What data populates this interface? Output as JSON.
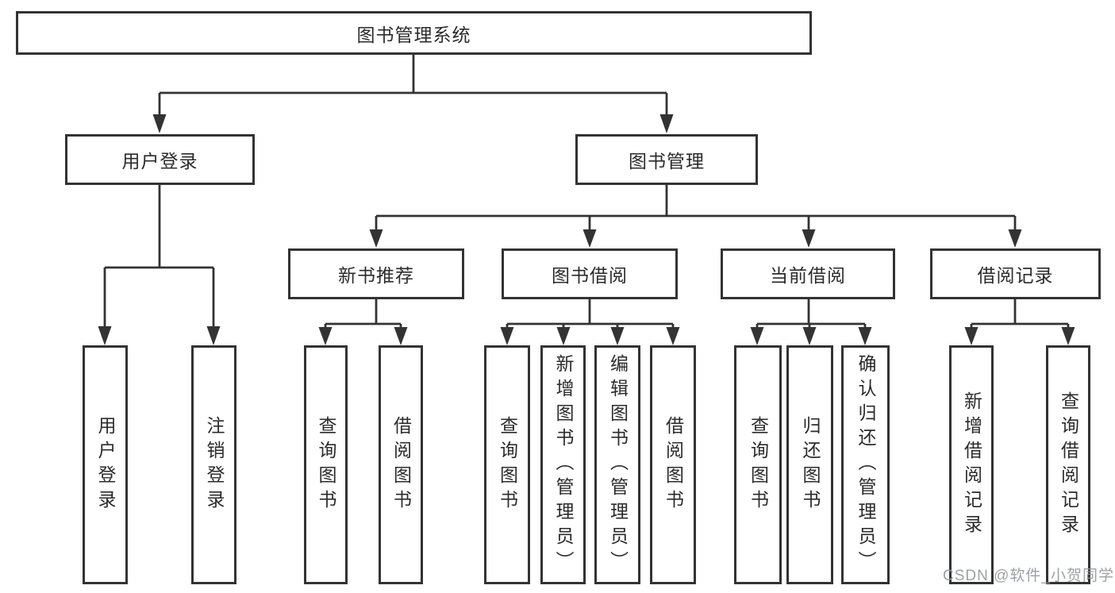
{
  "diagram": {
    "root": "图书管理系统",
    "children": [
      {
        "label": "用户登录",
        "children": [
          {
            "label": "用户登录"
          },
          {
            "label": "注销登录"
          }
        ]
      },
      {
        "label": "图书管理",
        "children": [
          {
            "label": "新书推荐",
            "children": [
              {
                "label": "查询图书"
              },
              {
                "label": "借阅图书"
              }
            ]
          },
          {
            "label": "图书借阅",
            "children": [
              {
                "label": "查询图书"
              },
              {
                "label": "新增图书（管理员）"
              },
              {
                "label": "编辑图书（管理员）"
              },
              {
                "label": "借阅图书"
              }
            ]
          },
          {
            "label": "当前借阅",
            "children": [
              {
                "label": "查询图书"
              },
              {
                "label": "归还图书"
              },
              {
                "label": "确认归还（管理员）"
              }
            ]
          },
          {
            "label": "借阅记录",
            "children": [
              {
                "label": "新增借阅记录"
              },
              {
                "label": "查询借阅记录"
              }
            ]
          }
        ]
      }
    ]
  },
  "watermark": {
    "text": "CSDN @软件_小贺同学"
  },
  "colors": {
    "line": "#333333",
    "text": "#2b2b2b",
    "box_background": "#ffffff",
    "watermark": "#94989e",
    "background": "#ffffff"
  }
}
